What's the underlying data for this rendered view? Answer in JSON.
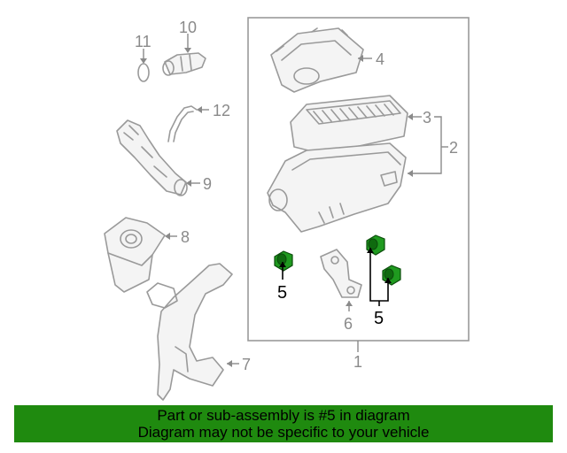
{
  "diagram": {
    "callouts": {
      "c1": "1",
      "c2": "2",
      "c3": "3",
      "c4": "4",
      "c5a": "5",
      "c5b": "5",
      "c6": "6",
      "c7": "7",
      "c8": "8",
      "c9": "9",
      "c10": "10",
      "c11": "11",
      "c12": "12"
    },
    "highlight_color": "#1f9a1f"
  },
  "footer": {
    "line1": "Part or sub-assembly is #5 in diagram",
    "line2": "Diagram may not be specific to your vehicle",
    "background_color": "#1f8a0f"
  }
}
